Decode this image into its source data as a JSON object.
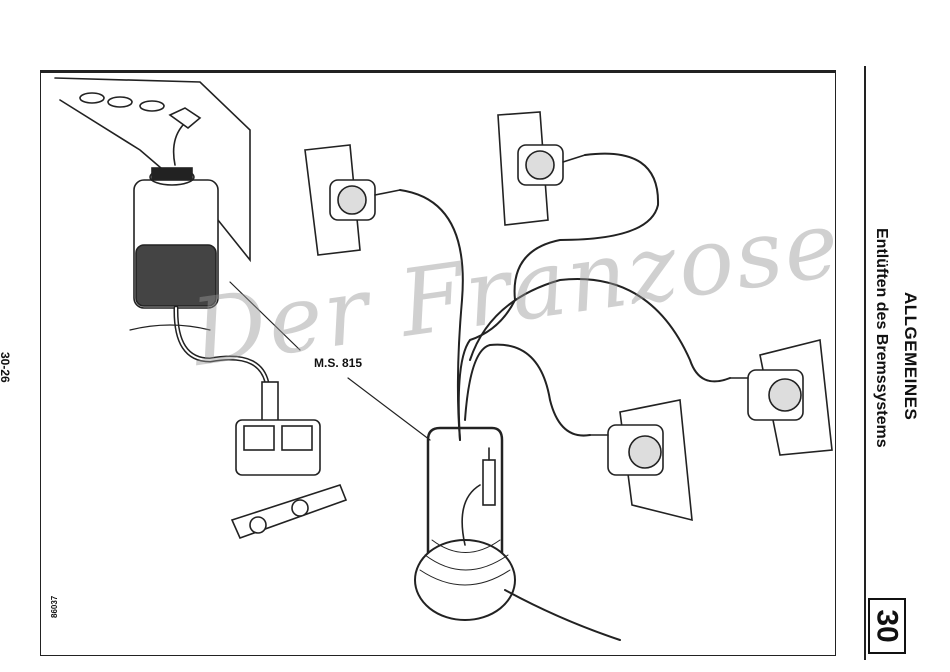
{
  "header": {
    "title": "ALLGEMEINES",
    "subtitle": "Entlüften des Bremssystems"
  },
  "page": {
    "page_number": "30-26",
    "chapter": "30",
    "figure_ref": "86037"
  },
  "figure": {
    "callout_label": "M.S. 815",
    "watermark": "Der Franzose"
  }
}
